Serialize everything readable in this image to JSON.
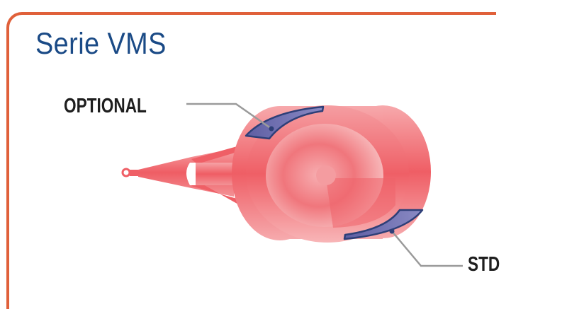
{
  "title": "Serie VMS",
  "labels": {
    "optional": "OPTIONAL",
    "std": "STD"
  },
  "colors": {
    "frame": "#e0603a",
    "title": "#1a4a86",
    "body_red": "#ef5f66",
    "body_light": "#f7b0b3",
    "shoe_blue": "#6f6fb0",
    "shoe_outline": "#2e3f78",
    "leader_line": "#999999"
  }
}
